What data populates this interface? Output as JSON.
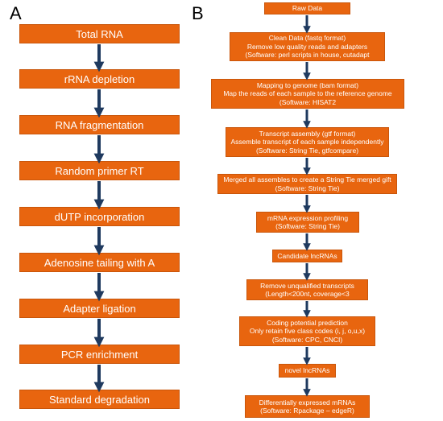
{
  "panel_a": {
    "label": "A",
    "steps": [
      "Total RNA",
      "rRNA depletion",
      "RNA fragmentation",
      "Random primer RT",
      "dUTP incorporation",
      "Adenosine tailing with A",
      "Adapter ligation",
      "PCR enrichment",
      "Standard degradation"
    ]
  },
  "panel_b": {
    "label": "B",
    "steps": [
      {
        "lines": [
          "Raw Data"
        ]
      },
      {
        "lines": [
          "Clean Data (fastq format)",
          "Remove low quality reads and adapters",
          "(Software: perl scripts in house, cutadapt"
        ]
      },
      {
        "lines": [
          "Mapping to genome (bam format)",
          "Map the reads of each sample to the reference genome",
          "(Software: HISAT2"
        ]
      },
      {
        "lines": [
          "Transcript assembly (gtf format)",
          "Assemble transcript of each sample independently",
          "(Software: String Tie, gtfcompare)"
        ]
      },
      {
        "lines": [
          "Merged all assembles to create a String Tie merged gift",
          "(Software: String Tie)"
        ]
      },
      {
        "lines": [
          "mRNA expression profiling",
          "(Software: String Tie)"
        ]
      },
      {
        "lines": [
          "Candidate lncRNAs"
        ]
      },
      {
        "lines": [
          "Remove unqualified transcripts",
          "(Length<200nt, coverage<3"
        ]
      },
      {
        "lines": [
          "Coding potential prediction",
          "Only retain five class codes (i, j, o,u,x)",
          "(Software: CPC, CNCI)"
        ]
      },
      {
        "lines": [
          "novel lncRNAs"
        ]
      },
      {
        "lines": [
          "Differentially expressed mRNAs",
          "(Software: Rpackage – edgeR)"
        ]
      }
    ]
  },
  "colors": {
    "box_fill": "#e8650f",
    "box_text": "#ffffff",
    "arrow": "#1f3a5f"
  }
}
